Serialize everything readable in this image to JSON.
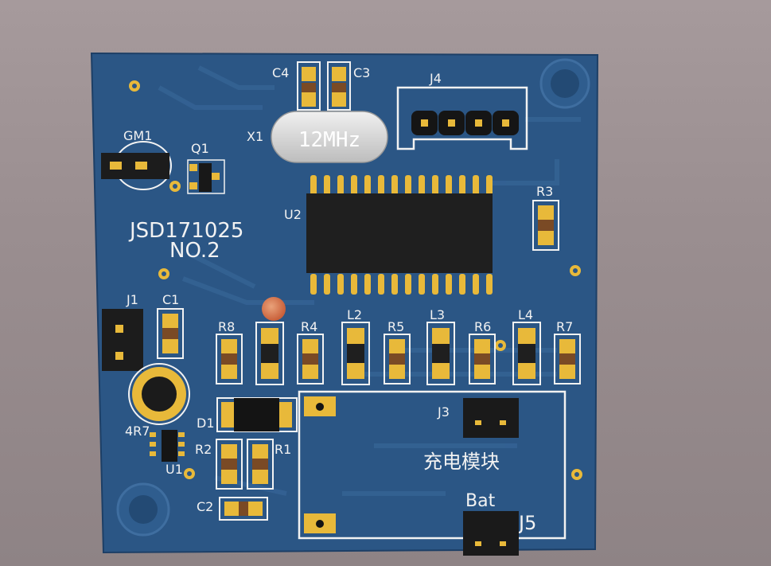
{
  "board": {
    "name": "JSD171025",
    "number": "NO.2",
    "colors": {
      "background": "#9a8e90",
      "solder_mask": "#2b5685",
      "mask_dark": "#234a74",
      "copper_trace": "#3a6a9c",
      "silkscreen": "#f2f2f2",
      "pad_gold": "#e8b93a",
      "component_body": "#1a1a1a",
      "crystal": "#d9d9d9"
    }
  },
  "components": {
    "c4": "C4",
    "c3": "C3",
    "j4": "J4",
    "x1": "X1",
    "crystal_freq": "12MHz",
    "gm1": "GM1",
    "q1": "Q1",
    "u2": "U2",
    "r3": "R3",
    "j1": "J1",
    "c1": "C1",
    "r8": "R8",
    "r4": "R4",
    "l2": "L2",
    "r5": "R5",
    "l3": "L3",
    "r6": "R6",
    "l4": "L4",
    "r7": "R7",
    "d1": "D1",
    "j3": "J3",
    "r4r7": "4R7",
    "r2": "R2",
    "r1": "R1",
    "u1": "U1",
    "c2": "C2",
    "charge_module": "充电模块",
    "bat": "Bat",
    "j5": "J5"
  }
}
